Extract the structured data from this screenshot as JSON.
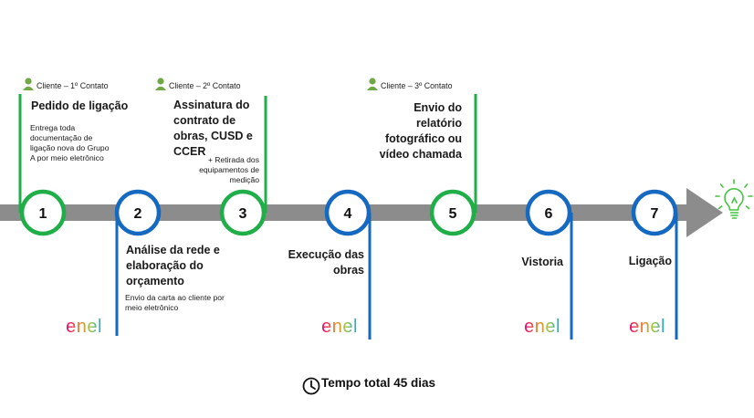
{
  "colors": {
    "green": "#1fae47",
    "blue": "#1569c0",
    "arrow": "#8c8c8c",
    "bulb": "#45c43f"
  },
  "steps": [
    {
      "number": "1",
      "color": "green"
    },
    {
      "number": "2",
      "color": "blue"
    },
    {
      "number": "3",
      "color": "green"
    },
    {
      "number": "4",
      "color": "blue"
    },
    {
      "number": "5",
      "color": "green"
    },
    {
      "number": "6",
      "color": "blue"
    },
    {
      "number": "7",
      "color": "blue"
    }
  ],
  "contacts": [
    "Cliente – 1º Contato",
    "Cliente – 2º Contato",
    "Cliente – 3º Contato"
  ],
  "step1": {
    "title": "Pedido de ligação",
    "desc": "Entrega toda documentação de ligação nova do Grupo A por meio eletrônico"
  },
  "step2": {
    "title": "Análise da rede e elaboração do orçamento",
    "desc": "Envio da carta ao cliente por meio eletrônico"
  },
  "step3": {
    "title": "Assinatura do contrato de obras, CUSD e CCER",
    "desc": "+ Retirada dos equipamentos de medição"
  },
  "step4": {
    "title": "Execução das obras"
  },
  "step5": {
    "title": "Envio do relatório fotográfico ou vídeo chamada"
  },
  "step6": {
    "title": "Vistoria"
  },
  "step7": {
    "title": "Ligação"
  },
  "logo": {
    "text": "enel",
    "gradient": [
      "#e6007e",
      "#f0782d",
      "#a6c63a",
      "#1aa6dc"
    ]
  },
  "footer": {
    "text": "Tempo total 45 dias"
  }
}
